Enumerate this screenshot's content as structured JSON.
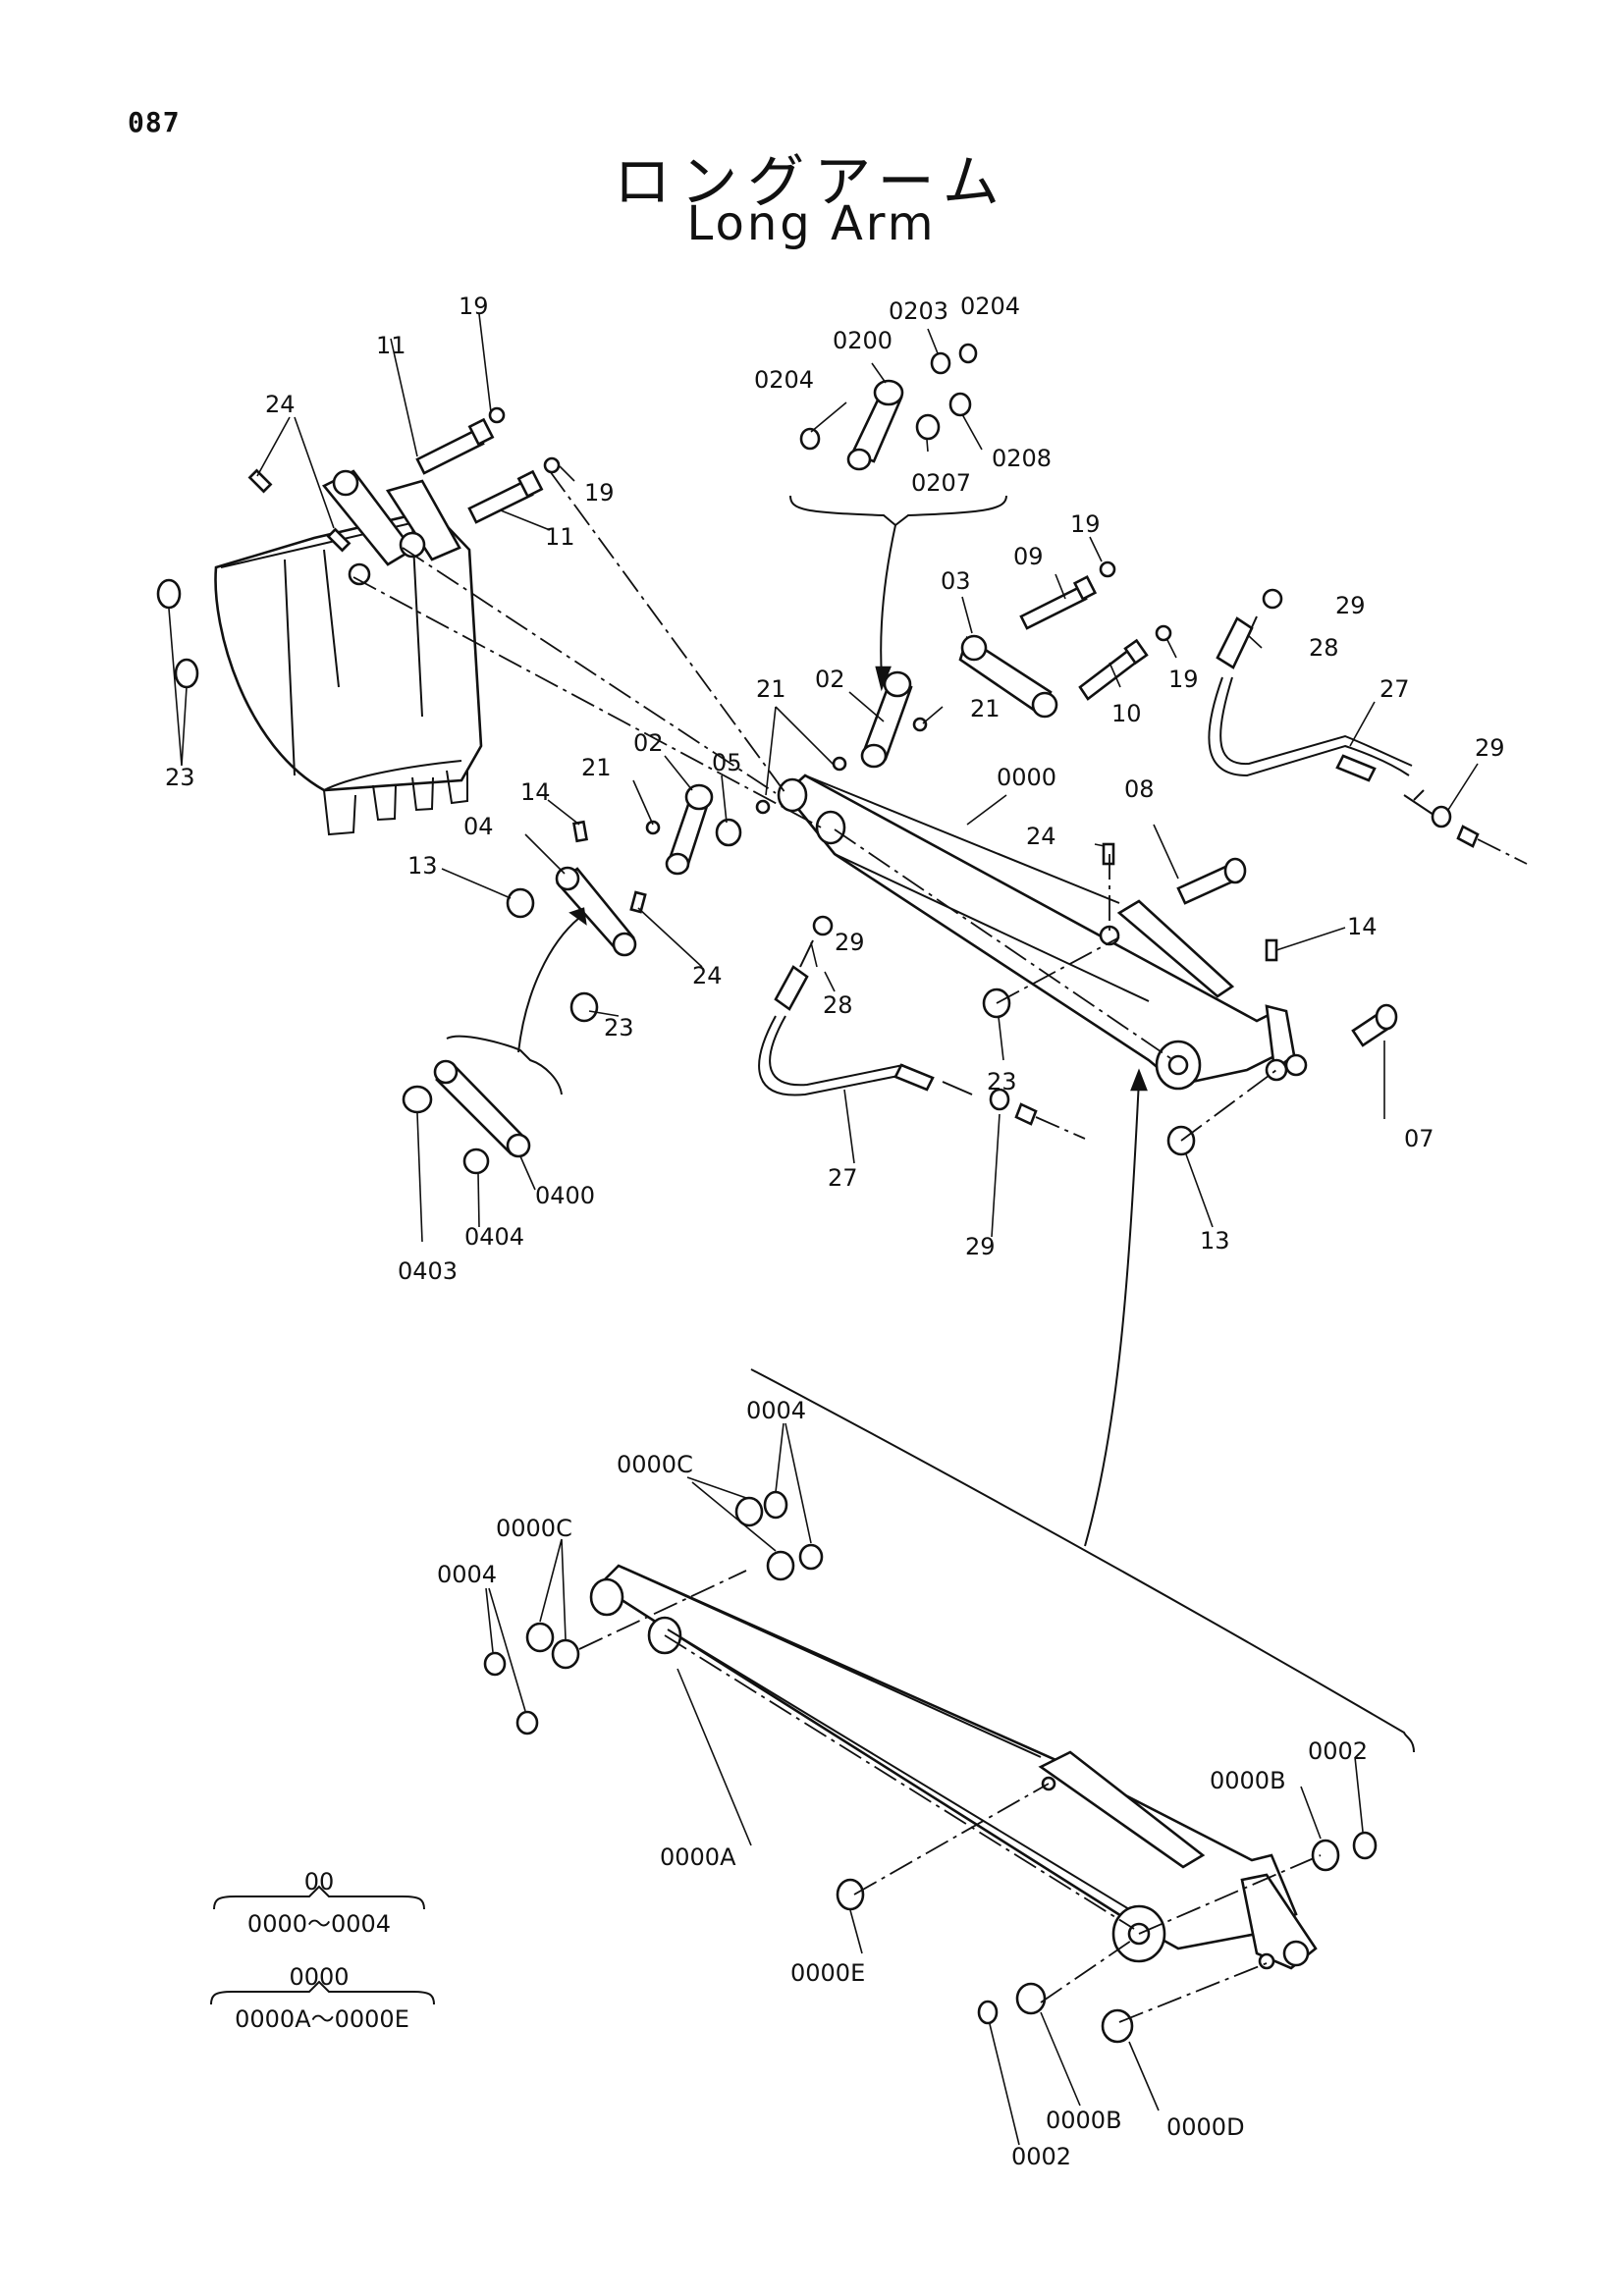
{
  "page_number": "087",
  "title_jp": "ロングアーム",
  "title_en": "Long Arm",
  "callouts": {
    "c19a": "19",
    "c11a": "11",
    "c24a": "24",
    "c19b": "19",
    "c11b": "11",
    "c23a": "23",
    "c0203": "0203",
    "c0204a": "0204",
    "c0200": "0200",
    "c0204b": "0204",
    "c0207": "0207",
    "c0208": "0208",
    "c19c": "19",
    "c09": "09",
    "c03": "03",
    "c29a": "29",
    "c28a": "28",
    "c19d": "19",
    "c21a": "21",
    "c02a": "02",
    "c21b": "21",
    "c10": "10",
    "c27a": "27",
    "c29b": "29",
    "c02b": "02",
    "c14a": "14",
    "c21c": "21",
    "c05": "05",
    "c04": "04",
    "c0000": "0000",
    "c24b": "24",
    "c08": "08",
    "c13a": "13",
    "c24c": "24",
    "c23b": "23",
    "c29c": "29",
    "c28b": "28",
    "c14b": "14",
    "c23c": "23",
    "c07": "07",
    "c27b": "27",
    "c29d": "29",
    "c13b": "13",
    "c0400": "0400",
    "c0404": "0404",
    "c0403": "0403",
    "c0004a": "0004",
    "c0000Ca": "0000C",
    "c0000Cb": "0000C",
    "c0004b": "0004",
    "c0000A": "0000A",
    "c0002a": "0002",
    "c0000Ba": "0000B",
    "c0000E": "0000E",
    "c0000Bb": "0000B",
    "c0000D": "0000D",
    "c0002b": "0002"
  },
  "legend": {
    "group1_label": "00",
    "group1_range": "0000～0004",
    "group2_label": "0000",
    "group2_range": "0000A～0000E"
  }
}
